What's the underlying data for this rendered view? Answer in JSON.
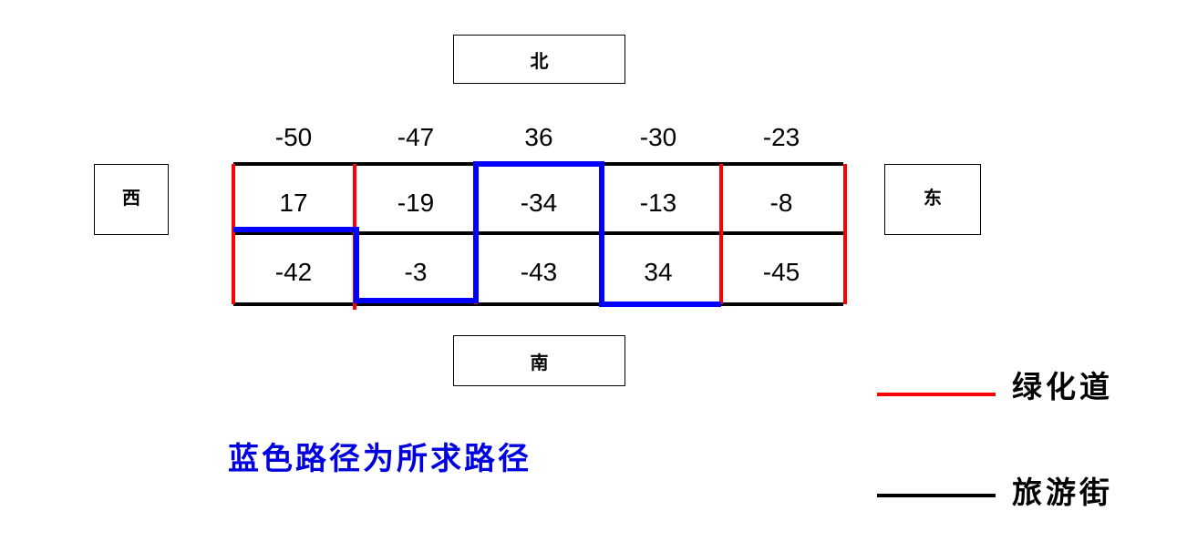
{
  "directions": {
    "north": "北",
    "south": "南",
    "west": "西",
    "east": "东"
  },
  "top_numbers": [
    "-50",
    "-47",
    "36",
    "-30",
    "-23"
  ],
  "grid_rows": [
    [
      "17",
      "-19",
      "-34",
      "-13",
      "-8"
    ],
    [
      "-42",
      "-3",
      "-43",
      "34",
      "-45"
    ]
  ],
  "legend": {
    "green_road": {
      "label": "绿化道",
      "color": "#ff0000"
    },
    "tourist_street": {
      "label": "旅游街",
      "color": "#000000"
    }
  },
  "path_color": "#0000ff",
  "note": "蓝色路径为所求路径"
}
